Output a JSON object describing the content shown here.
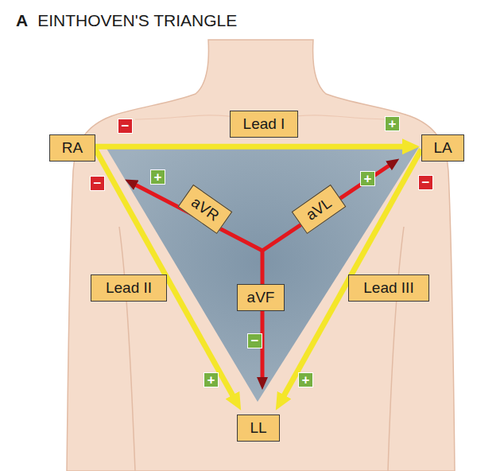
{
  "diagram": {
    "title": "EINTHOVEN'S TRIANGLE",
    "nodes": [
      {
        "text": [
          "Lead I"
        ]
      },
      {
        "text": [
          "RA"
        ]
      },
      {
        "text": [
          "LA"
        ]
      },
      {
        "text": [
          "aVR"
        ]
      },
      {
        "text": [
          "aVL"
        ]
      },
      {
        "text": [
          "Lead II"
        ]
      },
      {
        "text": [
          "aVF"
        ]
      },
      {
        "text": [
          "Lead III"
        ]
      },
      {
        "text": [
          "LL"
        ]
      }
    ],
    "edges": [
      {
        "from": 1,
        "to": 2,
        "arrow": "to"
      },
      {
        "from": 1,
        "to": 8,
        "arrow": "to"
      },
      {
        "from": 2,
        "to": 8,
        "arrow": "to"
      }
    ],
    "labels": [
      "A",
      "−",
      "+",
      "+",
      "+",
      "−",
      "−",
      "−",
      "+",
      "+"
    ]
  }
}
